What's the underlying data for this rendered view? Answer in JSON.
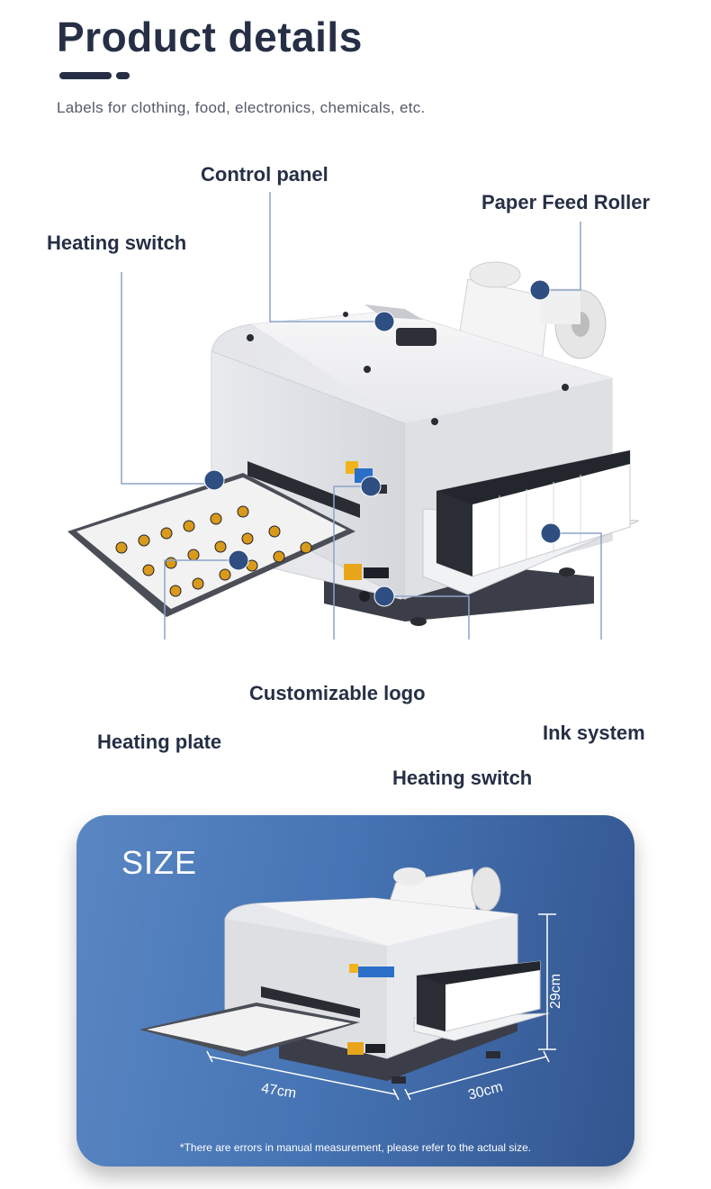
{
  "header": {
    "title": "Product details",
    "subtitle": "Labels for clothing, food, electronics, chemicals, etc."
  },
  "callouts": {
    "control_panel": "Control panel",
    "paper_feed_roller": "Paper Feed Roller",
    "heating_switch_left": "Heating switch",
    "customizable_logo": "Customizable logo",
    "ink_system": "Ink system",
    "heating_plate": "Heating plate",
    "heating_switch_bottom": "Heating switch"
  },
  "size_panel": {
    "title": "SIZE",
    "width": "47cm",
    "depth": "30cm",
    "height": "29cm",
    "note": "*There are errors in manual measurement, please refer to the actual size."
  },
  "colors": {
    "text_dark": "#262f45",
    "marker": "#2f4f82",
    "panel_start": "#5a87c3",
    "panel_end": "#33558f"
  }
}
